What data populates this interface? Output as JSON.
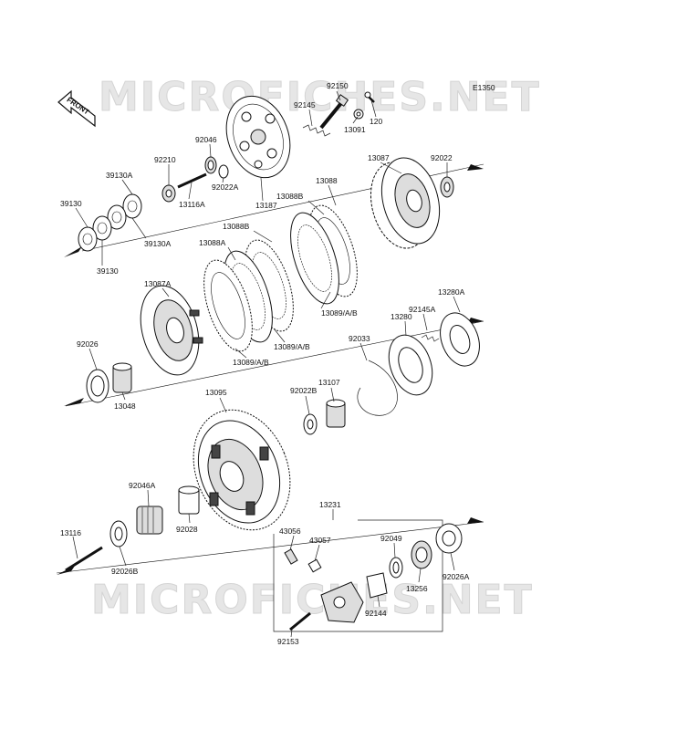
{
  "diagram": {
    "code": "E1350",
    "front_label": "FRONT",
    "watermark_top": "MICROFICHES.NET",
    "watermark_bottom": "MICROFICHES.NET",
    "labels": {
      "p92150": "92150",
      "p92145": "92145",
      "p120": "120",
      "p13091": "13091",
      "p92046": "92046",
      "p92210": "92210",
      "p92022A": "92022A",
      "p13116A": "13116A",
      "p13187": "13187",
      "p39130A_top": "39130A",
      "p39130_left": "39130",
      "p39130A_bottom": "39130A",
      "p39130_bottom": "39130",
      "p13088B_top": "13088B",
      "p13088": "13088",
      "p13087": "13087",
      "p92022": "92022",
      "p13088B_mid": "13088B",
      "p13088A": "13088A",
      "p13087A": "13087A",
      "p13089_1": "13089/A/B",
      "p13089_2": "13089/A/B",
      "p13089_3": "13089/A/B",
      "p13280A": "13280A",
      "p92145A": "92145A",
      "p13280": "13280",
      "p92026": "92026",
      "p92033": "92033",
      "p13048": "13048",
      "p13095": "13095",
      "p92022B": "92022B",
      "p13107": "13107",
      "p92046A": "92046A",
      "p92028": "92028",
      "p13231": "13231",
      "p13116": "13116",
      "p43056": "43056",
      "p43057": "43057",
      "p92049": "92049",
      "p92026B": "92026B",
      "p13256": "13256",
      "p92026A": "92026A",
      "p92144": "92144",
      "p92153": "92153"
    }
  }
}
